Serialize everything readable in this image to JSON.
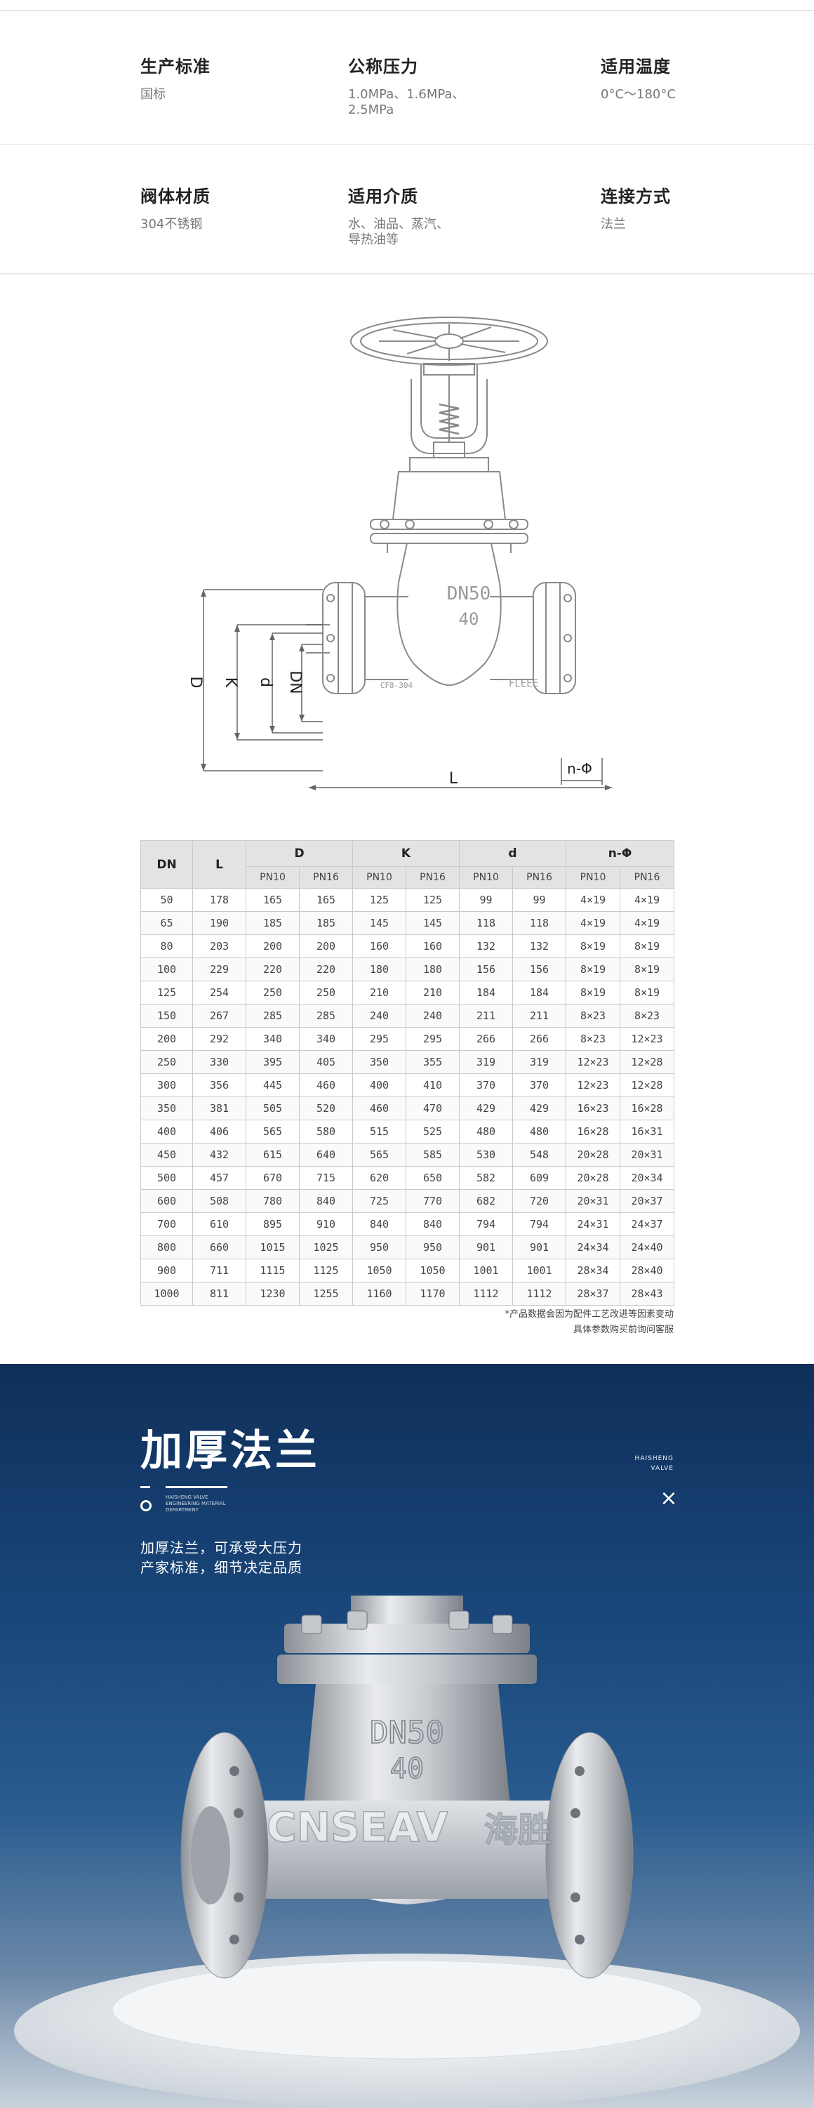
{
  "specs": [
    {
      "label": "生产标准",
      "value": "国标"
    },
    {
      "label": "公称压力",
      "value": "1.0MPa、1.6MPa、",
      "value2": "2.5MPa"
    },
    {
      "label": "适用温度",
      "value": "0°C～180°C"
    },
    {
      "label": "阀体材质",
      "value": "304不锈钢"
    },
    {
      "label": "适用介质",
      "value": "水、油品、蒸汽、",
      "value2": "导热油等"
    },
    {
      "label": "连接方式",
      "value": "法兰"
    }
  ],
  "diagram": {
    "dim_D": "D",
    "dim_K": "K",
    "dim_d": "d",
    "dim_DN": "DN",
    "dim_L": "L",
    "dim_nphi": "n-Φ",
    "cast_dn": "DN50",
    "cast_40": "40",
    "cast_304": "CF8-304",
    "cast_flow": "FLEEE"
  },
  "table": {
    "headers": [
      "DN",
      "L",
      "D",
      "K",
      "d",
      "n-Φ"
    ],
    "sub": [
      "PN10",
      "PN16",
      "PN10",
      "PN16",
      "PN10",
      "PN16",
      "PN10",
      "PN16"
    ],
    "rows": [
      [
        "50",
        "178",
        "165",
        "165",
        "125",
        "125",
        "99",
        "99",
        "4×19",
        "4×19"
      ],
      [
        "65",
        "190",
        "185",
        "185",
        "145",
        "145",
        "118",
        "118",
        "4×19",
        "4×19"
      ],
      [
        "80",
        "203",
        "200",
        "200",
        "160",
        "160",
        "132",
        "132",
        "8×19",
        "8×19"
      ],
      [
        "100",
        "229",
        "220",
        "220",
        "180",
        "180",
        "156",
        "156",
        "8×19",
        "8×19"
      ],
      [
        "125",
        "254",
        "250",
        "250",
        "210",
        "210",
        "184",
        "184",
        "8×19",
        "8×19"
      ],
      [
        "150",
        "267",
        "285",
        "285",
        "240",
        "240",
        "211",
        "211",
        "8×23",
        "8×23"
      ],
      [
        "200",
        "292",
        "340",
        "340",
        "295",
        "295",
        "266",
        "266",
        "8×23",
        "12×23"
      ],
      [
        "250",
        "330",
        "395",
        "405",
        "350",
        "355",
        "319",
        "319",
        "12×23",
        "12×28"
      ],
      [
        "300",
        "356",
        "445",
        "460",
        "400",
        "410",
        "370",
        "370",
        "12×23",
        "12×28"
      ],
      [
        "350",
        "381",
        "505",
        "520",
        "460",
        "470",
        "429",
        "429",
        "16×23",
        "16×28"
      ],
      [
        "400",
        "406",
        "565",
        "580",
        "515",
        "525",
        "480",
        "480",
        "16×28",
        "16×31"
      ],
      [
        "450",
        "432",
        "615",
        "640",
        "565",
        "585",
        "530",
        "548",
        "20×28",
        "20×31"
      ],
      [
        "500",
        "457",
        "670",
        "715",
        "620",
        "650",
        "582",
        "609",
        "20×28",
        "20×34"
      ],
      [
        "600",
        "508",
        "780",
        "840",
        "725",
        "770",
        "682",
        "720",
        "20×31",
        "20×37"
      ],
      [
        "700",
        "610",
        "895",
        "910",
        "840",
        "840",
        "794",
        "794",
        "24×31",
        "24×37"
      ],
      [
        "800",
        "660",
        "1015",
        "1025",
        "950",
        "950",
        "901",
        "901",
        "24×34",
        "24×40"
      ],
      [
        "900",
        "711",
        "1115",
        "1125",
        "1050",
        "1050",
        "1001",
        "1001",
        "28×34",
        "28×40"
      ],
      [
        "1000",
        "811",
        "1230",
        "1255",
        "1160",
        "1170",
        "1112",
        "1112",
        "28×37",
        "28×43"
      ]
    ],
    "note1": "*产品数据会因为配件工艺改进等因素变动",
    "note2": "具体参数购买前询问客服"
  },
  "banner": {
    "title": "加厚法兰",
    "brand1": "HAISHENG",
    "brand2": "VALVE",
    "tiny1": "HAISHENG VALVE",
    "tiny2": "ENGINEERING MATERIAL",
    "tiny3": "DEPARTMENT",
    "desc1": "加厚法兰，可承受大压力",
    "desc2": "产家标准，细节决定品质",
    "close_glyph": "×",
    "watermark": "CNSEAV",
    "watermark_cn": "海胜",
    "photo_dn": "DN50",
    "photo_40": "40"
  }
}
